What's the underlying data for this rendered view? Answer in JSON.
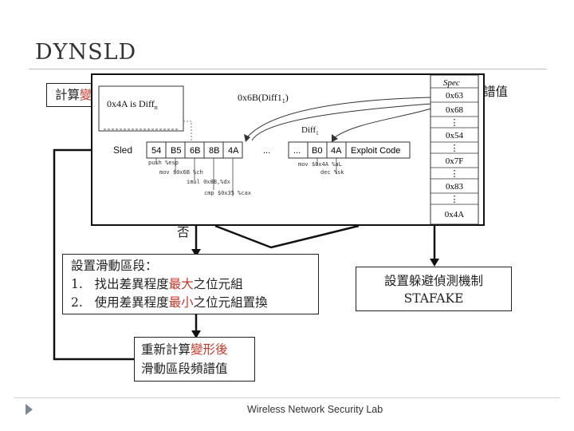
{
  "slide": {
    "title": "DYNSLD",
    "footer": "Wireless Network Security Lab"
  },
  "flow": {
    "top_left_prefix": "計算",
    "top_right_suffix": "譜值",
    "no_label": "否",
    "sled_box": {
      "title": "設置滑動區段：",
      "item1_num": "1.",
      "item1_pre": "找出差異程度",
      "item1_hl": "最大",
      "item1_post": "之位元組",
      "item2_num": "2.",
      "item2_pre": "使用差異程度",
      "item2_hl": "最小",
      "item2_post": "之位元組置換"
    },
    "stafake_box": {
      "line1": "設置躲避偵測機制",
      "line2": "STAFAKE"
    },
    "recalc_box": {
      "line1_pre": "重新計算",
      "line1_hl": "變形後",
      "line2": "滑動區段頻譜值"
    }
  },
  "popup": {
    "diff_label": "0x4A is Diff",
    "diff_sub": "n",
    "arrow_label": "0x6B(Diff1",
    "arrow_sub": "1",
    "diff1_label": "Diff",
    "diff1_sub": "1",
    "sled_label": "Sled",
    "cells_a": [
      "54",
      "B5",
      "6B",
      "8B",
      "4A"
    ],
    "ellipsis1": "...",
    "ellipsis2": "...",
    "cells_b": [
      "B0",
      "4A"
    ],
    "exploit": "Exploit Code",
    "asm_left": [
      "push %esp",
      "mov $0x6B %ch",
      "imul 0x8B,%dx",
      "cmp $0x35 %cax"
    ],
    "asm_right": [
      "mov $0x4A %aL",
      "dec %sk"
    ],
    "spec_title": "Spec",
    "spec_items": [
      "0x63",
      "0x68",
      "⋮",
      "0x54",
      "⋮",
      "0x7F",
      "⋮",
      "0x83",
      "⋮",
      "0x4A"
    ]
  }
}
